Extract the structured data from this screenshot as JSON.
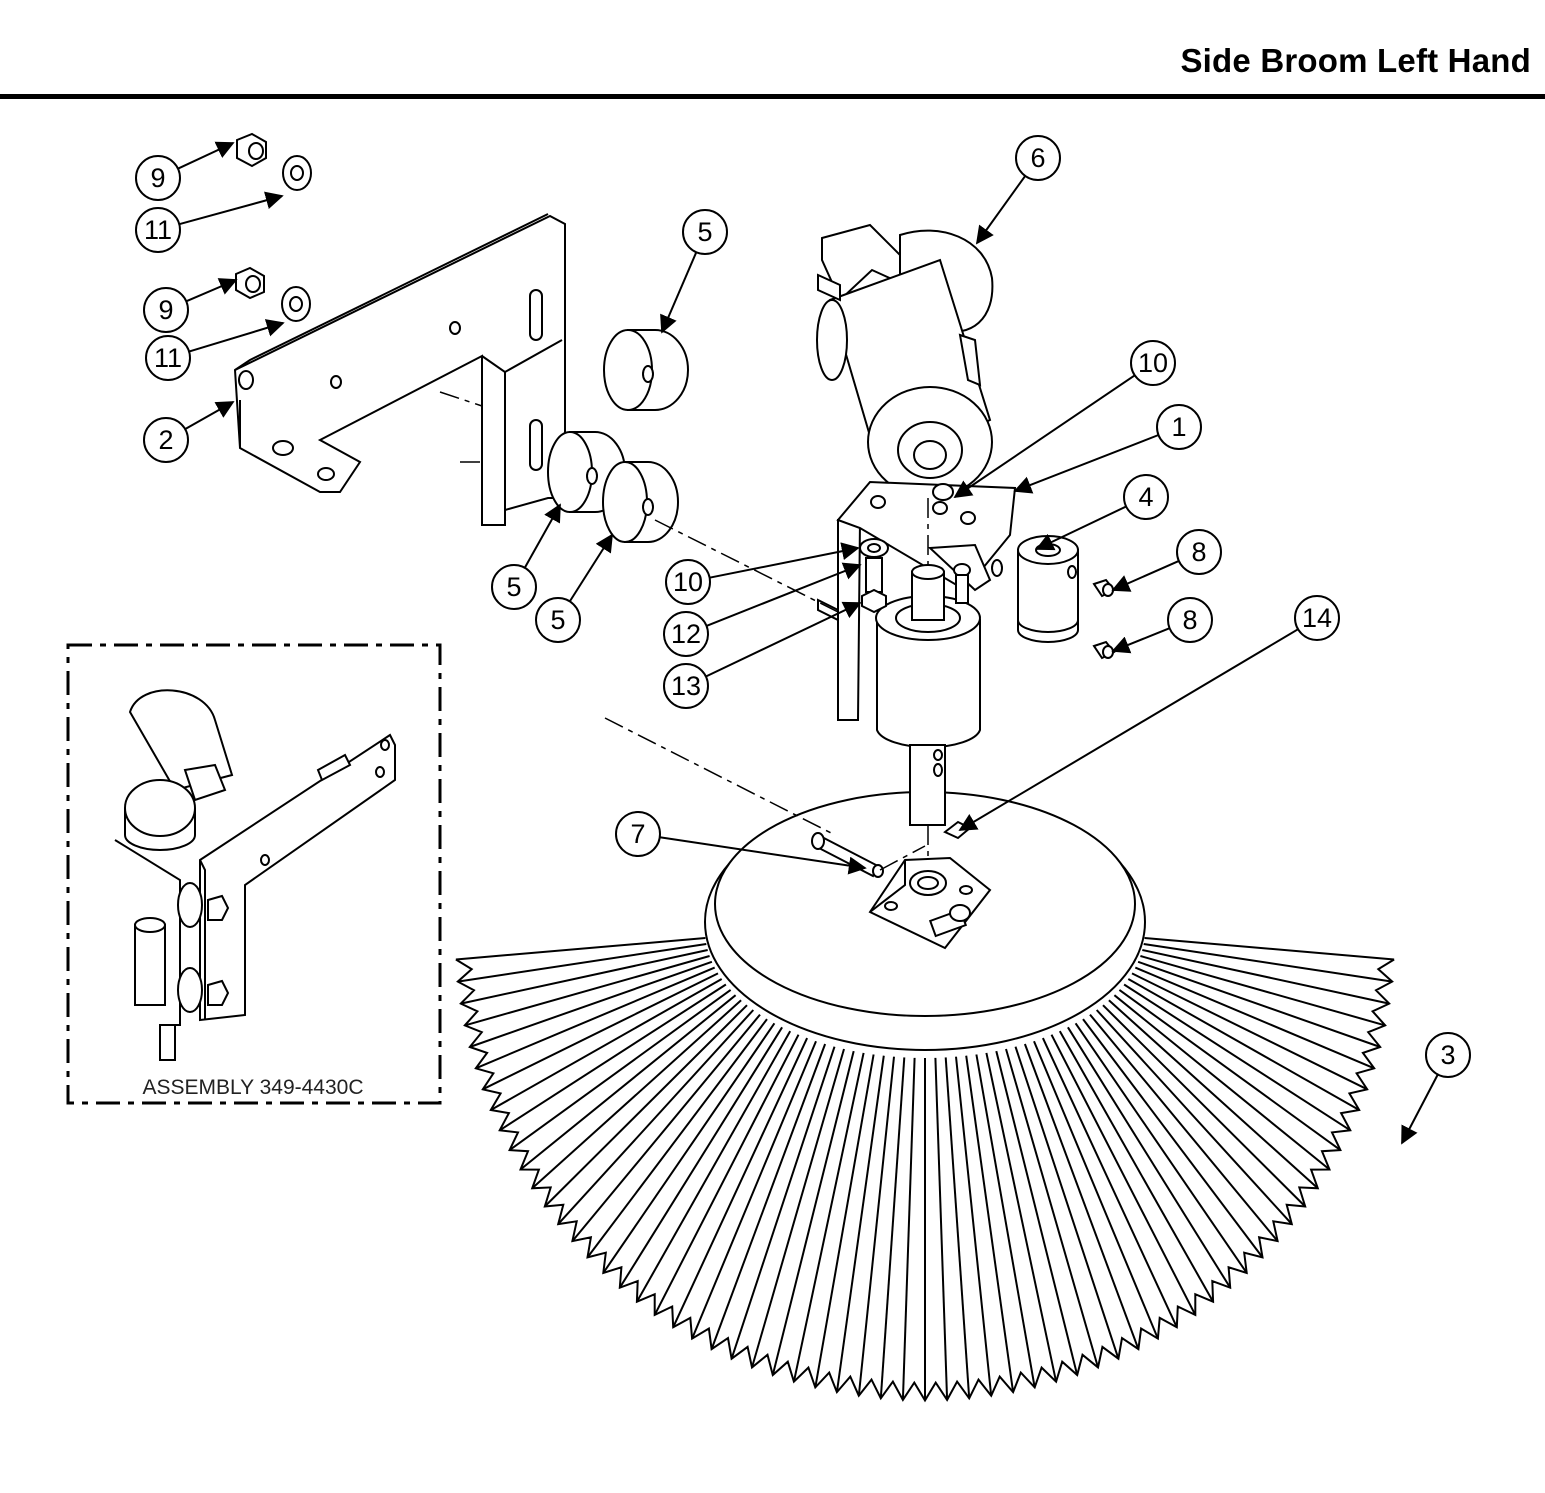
{
  "title": "Side Broom Left Hand",
  "inset": {
    "caption": "ASSEMBLY 349-4430C"
  },
  "callouts": [
    {
      "id": "c9a",
      "label": "9"
    },
    {
      "id": "c11a",
      "label": "11"
    },
    {
      "id": "c9b",
      "label": "9"
    },
    {
      "id": "c11b",
      "label": "11"
    },
    {
      "id": "c2",
      "label": "2"
    },
    {
      "id": "c5a",
      "label": "5"
    },
    {
      "id": "c5b",
      "label": "5"
    },
    {
      "id": "c5c",
      "label": "5"
    },
    {
      "id": "c6",
      "label": "6"
    },
    {
      "id": "c10a",
      "label": "10"
    },
    {
      "id": "c1",
      "label": "1"
    },
    {
      "id": "c4",
      "label": "4"
    },
    {
      "id": "c8a",
      "label": "8"
    },
    {
      "id": "c8b",
      "label": "8"
    },
    {
      "id": "c10b",
      "label": "10"
    },
    {
      "id": "c12",
      "label": "12"
    },
    {
      "id": "c13",
      "label": "13"
    },
    {
      "id": "c14",
      "label": "14"
    },
    {
      "id": "c7",
      "label": "7"
    },
    {
      "id": "c3",
      "label": "3"
    }
  ],
  "colors": {
    "line": "#000000",
    "background": "#ffffff"
  }
}
